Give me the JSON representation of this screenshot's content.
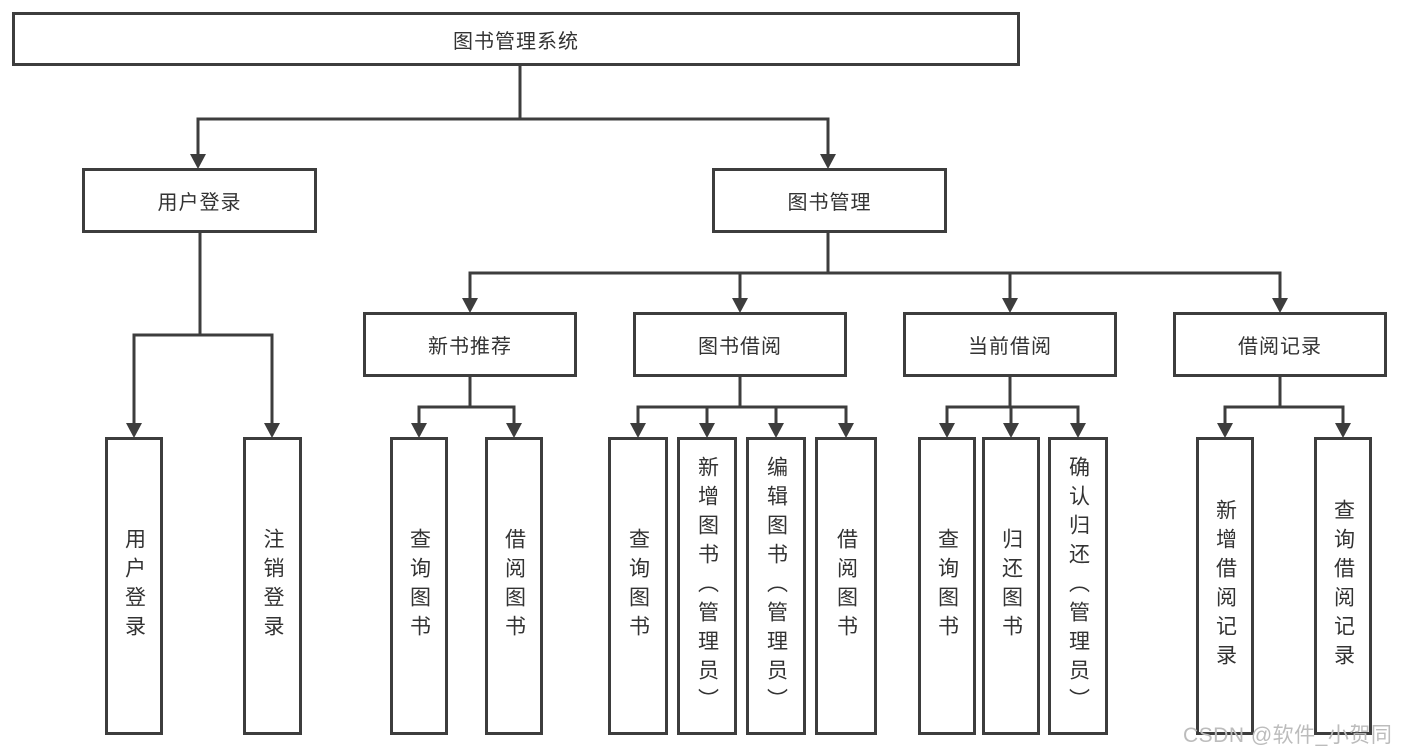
{
  "page": {
    "background": "#ffffff",
    "line_color": "#3d3d3d",
    "text_color": "#333333"
  },
  "watermark": {
    "text": "CSDN @软件_小贺同学",
    "color": "#bcbcbc"
  },
  "tree": {
    "root": {
      "label": "图书管理系统"
    },
    "branches": [
      {
        "label": "用户登录",
        "children": [
          {
            "label": "用户登录"
          },
          {
            "label": "注销登录"
          }
        ]
      },
      {
        "label": "图书管理",
        "sections": [
          {
            "label": "新书推荐",
            "children": [
              {
                "label": "查询图书"
              },
              {
                "label": "借阅图书"
              }
            ]
          },
          {
            "label": "图书借阅",
            "children": [
              {
                "label": "查询图书"
              },
              {
                "label": "新增图书（管理员）"
              },
              {
                "label": "编辑图书（管理员）"
              },
              {
                "label": "借阅图书"
              }
            ]
          },
          {
            "label": "当前借阅",
            "children": [
              {
                "label": "查询图书"
              },
              {
                "label": "归还图书"
              },
              {
                "label": "确认归还（管理员）"
              }
            ]
          },
          {
            "label": "借阅记录",
            "children": [
              {
                "label": "新增借阅记录"
              },
              {
                "label": "查询借阅记录"
              }
            ]
          }
        ]
      }
    ]
  }
}
